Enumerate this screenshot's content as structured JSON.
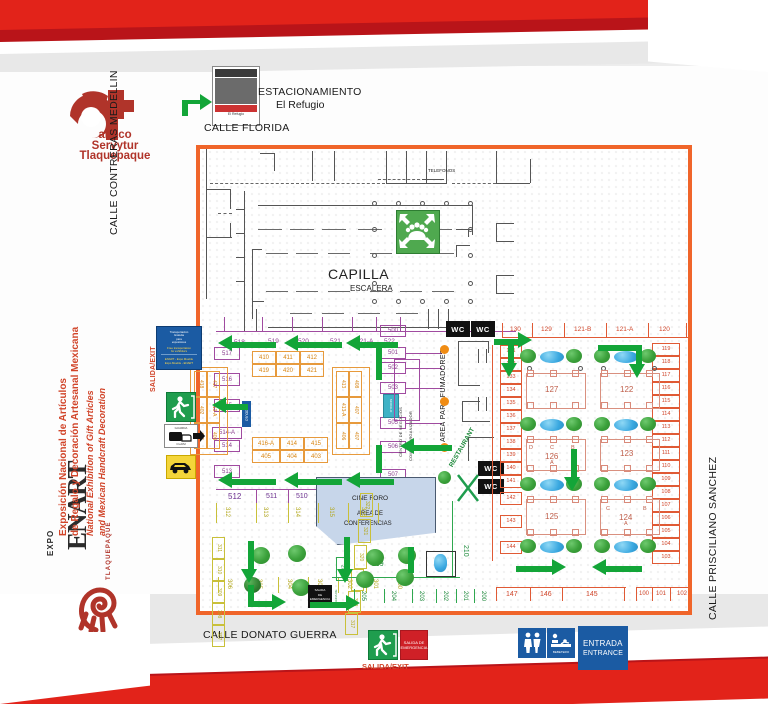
{
  "page": {
    "kind": "exhibition-floor-plan",
    "colors": {
      "brand_red": "#e2231a",
      "frame_orange": "#f0652a",
      "booth_red": "#e05a35",
      "booth_purple": "#a04ba0",
      "booth_orange": "#e79a3c",
      "booth_olive": "#c9c03a",
      "booth_green": "#2fa84f",
      "arrow_green": "#13a538",
      "sign_blue": "#1b5ba3",
      "sign_red": "#cf2027"
    }
  },
  "logos": {
    "canaco": {
      "line1": "anaco",
      "line2": "Servytur",
      "line3": "Tlaquepaque"
    },
    "enart": {
      "expo": "EXPO",
      "name": "ENART",
      "city": "TLAQUEPAQUE",
      "reg": "®"
    }
  },
  "title": {
    "spanish_line1": "Exposición Nacional de Artículos",
    "spanish_line2": "de Regalo y Decoración Artesanal Mexicana",
    "english_line1": "National Exhibition of Gift Articles",
    "english_line2": "and Mexican Handcraft Decoration"
  },
  "streets": {
    "north": "CALLE FLORIDA",
    "west": "CALLE CONTRERAS MEDELLIN",
    "south": "CALLE DONATO GUERRA",
    "east": "CALLE PRISCILIANO SANCHEZ"
  },
  "parking": {
    "label_line1": "ESTACIONAMIENTO",
    "label_line2": "El Refugio",
    "poster_caption": "El Refugio"
  },
  "landmarks": {
    "chapel": "CAPILLA",
    "stairs": "ESCALERA",
    "telephones": "TELEFONOS",
    "smoking_area": "AREA PARA FUMADORES",
    "cinema_line1": "CINE FORO",
    "cinema_line2": "AREA DE",
    "cinema_line3": "CONFERENCIAS",
    "restaurant": "RESTAURANT",
    "business_center": "CENTRO DE NEGOCIOS",
    "organizing_committee": "COMITE ORGANIZADOR",
    "meeting_point": "meeting-point"
  },
  "signs": {
    "wc": "WC",
    "exit_label": "SALIDA/EXIT",
    "exit_vertical": "SALIDA/EXIT",
    "emergency_exit_line1": "SALIDA",
    "emergency_exit_line2": "DE",
    "emergency_exit_line3": "EMERGENCIA",
    "emergency_exit_sign_line1": "SALIDA DE",
    "emergency_exit_sign_line2": "EMERGENCIA",
    "entrance_line1": "ENTRADA",
    "entrance_line2": "ENTRANCE",
    "transport_line1": "Transportación",
    "transport_line2": "Gratuita",
    "transport_line3": "para",
    "transport_line4": "expositores",
    "transport_line5": "Free transportation",
    "transport_line6": "for exhibitors",
    "transport_route1": "ENART - Expo Mueble",
    "transport_route2": "Expo Mueble - ENART",
    "guarda_line1": "GUARDA",
    "guarda_line2": "EQUIPAJE",
    "guarda_line3": "CLAIM",
    "valet_icon": "car-icon",
    "wc_icon": "restroom-icon",
    "baby_icon": "baby-change-icon",
    "baby_caption": "BEBETERO",
    "module_line1": "MODULO",
    "module_line2": "DE",
    "module_line3": "AYUDA"
  },
  "booths": {
    "north_row": [
      "130",
      "129",
      "121-B",
      "121-A",
      "120"
    ],
    "east_col": [
      "119",
      "118",
      "117",
      "116",
      "115",
      "114",
      "113",
      "112",
      "111",
      "110",
      "109",
      "108",
      "107",
      "106",
      "105",
      "104",
      "103"
    ],
    "inner_east_col": [
      "131",
      "132",
      "133",
      "134",
      "135",
      "136",
      "137",
      "138",
      "139",
      "140",
      "141",
      "142",
      "143",
      "144"
    ],
    "south_row_right": [
      "147",
      "146",
      "145"
    ],
    "south_row_far_right": [
      "100",
      "101",
      "102"
    ],
    "islands_right": [
      "127",
      "122",
      "126",
      "123",
      "125",
      "124"
    ],
    "island_sublabels": [
      "D",
      "C",
      "B",
      "A"
    ],
    "west_upper_row": [
      "518",
      "519",
      "520",
      "521",
      "521-A",
      "522"
    ],
    "west_col_upper": [
      "517",
      "516",
      "515",
      "514-A",
      "514",
      "513"
    ],
    "west_lower_row": [
      "512",
      "511",
      "510",
      "509",
      "508"
    ],
    "center_block_top": [
      "410",
      "411",
      "412",
      "419",
      "420",
      "421"
    ],
    "center_block_bottom": [
      "416-A",
      "414",
      "415",
      "405",
      "404",
      "403"
    ],
    "center_left_col": [
      "418",
      "417",
      "402",
      "413-A",
      "401",
      "409"
    ],
    "center_right_col": [
      "413",
      "408",
      "413-A",
      "407",
      "406",
      "407"
    ],
    "purple_col": [
      "500",
      "501",
      "502",
      "503",
      "505",
      "506",
      "507"
    ],
    "olive_col_west": [
      "312",
      "313",
      "314",
      "315",
      "316"
    ],
    "olive_col_left": [
      "311",
      "310",
      "309",
      "308",
      "307"
    ],
    "olive_row_south": [
      "306",
      "305",
      "304",
      "303",
      "302",
      "301",
      "300"
    ],
    "olive_col_east": [
      "322",
      "321",
      "320",
      "319",
      "318",
      "317"
    ],
    "green_col": [
      "208",
      "209",
      "210"
    ],
    "green_row_south": [
      "205",
      "204",
      "203",
      "202",
      "201",
      "200"
    ]
  }
}
